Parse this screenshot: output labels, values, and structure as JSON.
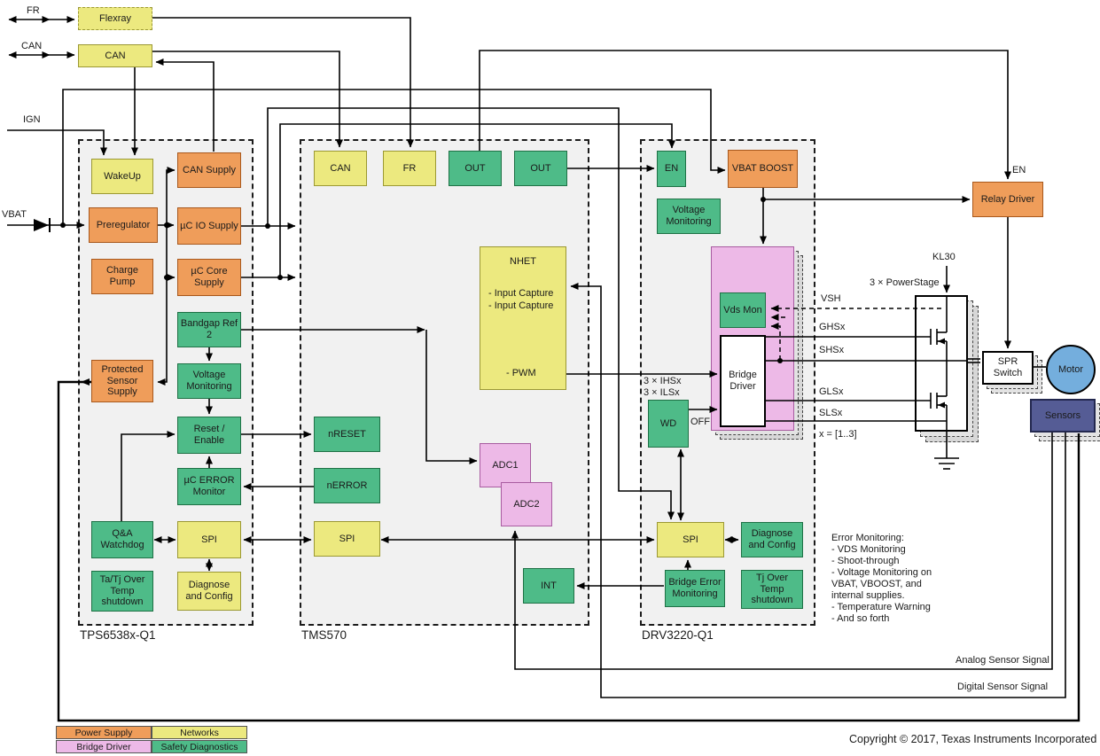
{
  "io": {
    "fr": "FR",
    "can": "CAN",
    "ign": "IGN",
    "vbat": "VBAT"
  },
  "top": {
    "flexray": "Flexray",
    "can": "CAN"
  },
  "tps": {
    "title": "TPS6538x-Q1",
    "wakeup": "WakeUp",
    "can_supply": "CAN Supply",
    "preregulator": "Preregulator",
    "uc_io": "µC IO Supply",
    "charge_pump": "Charge Pump",
    "uc_core": "µC Core Supply",
    "bandgap": "Bandgap Ref 2",
    "volt_mon": "Voltage Monitoring",
    "prot_sensor": "Protected Sensor Supply",
    "reset": "Reset / Enable",
    "uc_error": "µC ERROR Monitor",
    "qa": "Q&A Watchdog",
    "spi": "SPI",
    "ta_tj": "Ta/Tj Over Temp shutdown",
    "diag": "Diagnose and Config"
  },
  "tms": {
    "title": "TMS570",
    "can": "CAN",
    "fr": "FR",
    "out1": "OUT",
    "out2": "OUT",
    "nhet": "NHET",
    "nhet_items": [
      "- Input Capture",
      "- Input Capture",
      "- PWM"
    ],
    "nreset": "nRESET",
    "nerror": "nERROR",
    "adc1": "ADC1",
    "adc2": "ADC2",
    "spi": "SPI",
    "int": "INT"
  },
  "drv": {
    "title": "DRV3220-Q1",
    "en": "EN",
    "vbat_boost": "VBAT BOOST",
    "volt_mon": "Voltage Monitoring",
    "vds": "Vds Mon",
    "bridge": "Bridge Driver",
    "wd": "WD",
    "spi": "SPI",
    "diag": "Diagnose and Config",
    "berr": "Bridge Error Monitoring",
    "tj": "Tj Over Temp shutdown"
  },
  "right": {
    "relay": "Relay Driver",
    "en": "EN",
    "kl30": "KL30",
    "powerstage": "3 × PowerStage",
    "spr": "SPR Switch",
    "motor": "Motor",
    "sensors": "Sensors",
    "xrange": "x = [1..3]"
  },
  "signals": {
    "vsh": "VSH",
    "ghsx": "GHSx",
    "shsx": "SHSx",
    "glsx": "GLSx",
    "slsx": "SLSx",
    "ihsx": "3 × IHSx",
    "ilsx": "3 × ILSx",
    "off": "OFF"
  },
  "notes": {
    "error_monitoring": "Error Monitoring:\n- VDS Monitoring\n- Shoot-through\n- Voltage Monitoring on\nVBAT, VBOOST, and\ninternal supplies.\n- Temperature Warning\n- And so forth",
    "analog": "Analog Sensor Signal",
    "digital": "Digital Sensor Signal"
  },
  "legend": {
    "items": [
      {
        "label": "Power Supply",
        "color": "#EF9D5A"
      },
      {
        "label": "Networks",
        "color": "#ECE97F"
      },
      {
        "label": "Bridge Driver",
        "color": "#EDB9E7"
      },
      {
        "label": "Safety Diagnostics",
        "color": "#4EBB88"
      }
    ]
  },
  "copyright": "Copyright © 2017, Texas Instruments Incorporated",
  "colors": {
    "power_supply": "#EF9D5A",
    "networks": "#ECE97F",
    "bridge_driver": "#EDB9E7",
    "safety_diagnostics": "#4EBB88",
    "motor": "#74AEDD",
    "sensors": "#555C95",
    "block_bg": "#F1F1F1"
  }
}
